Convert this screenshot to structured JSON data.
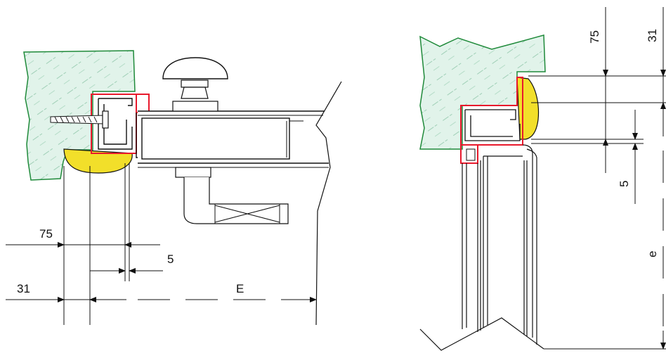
{
  "plan_view": {
    "labels": {
      "dim_75": "75",
      "dim_5": "5",
      "dim_31": "31",
      "dim_E": "E"
    }
  },
  "section_view": {
    "labels": {
      "dim_75": "75",
      "dim_31": "31",
      "dim_5": "5",
      "dim_e": "e"
    }
  },
  "colors": {
    "wall_fill": "#dff2e8",
    "wall_stroke": "#1f8a3a",
    "gasket": "#f2df2a",
    "frame_highlight": "#e8192c",
    "line": "#111111"
  }
}
